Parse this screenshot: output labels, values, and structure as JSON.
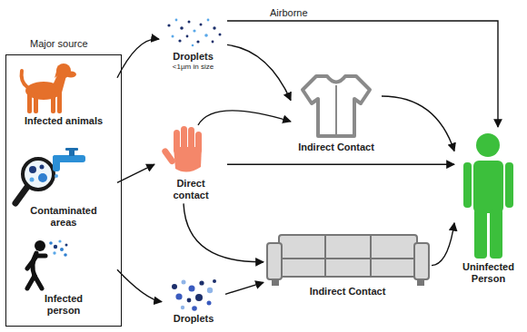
{
  "diagram": {
    "nodes": [
      {
        "text": [
          "Major source"
        ]
      },
      {
        "text": [
          "Infected animals"
        ],
        "in": 0
      },
      {
        "text": [
          "Contaminated areas"
        ],
        "in": 0
      },
      {
        "text": [
          "Infected person"
        ],
        "in": 0
      },
      {
        "text": [
          "Droplets",
          "<1µm in size"
        ]
      },
      {
        "text": [
          "Direct contact"
        ]
      },
      {
        "text": [
          "Droplets"
        ]
      },
      {
        "text": [
          "Indirect Contact"
        ]
      },
      {
        "text": [
          "Indirect Contact"
        ]
      },
      {
        "text": [
          "Uninfected Person"
        ]
      }
    ],
    "edges": [
      {
        "from": 1,
        "to": 4,
        "arrow": "to"
      },
      {
        "from": 2,
        "to": 5,
        "arrow": "to"
      },
      {
        "from": 3,
        "to": 6,
        "arrow": "to"
      },
      {
        "from": 4,
        "to": 7,
        "arrow": "to"
      },
      {
        "from": 4,
        "to": 9,
        "label": "Airborne",
        "arrow": "to"
      },
      {
        "from": 5,
        "to": 7,
        "arrow": "to"
      },
      {
        "from": 5,
        "to": 9,
        "arrow": "to"
      },
      {
        "from": 5,
        "to": 8,
        "arrow": "to"
      },
      {
        "from": 6,
        "to": 8,
        "arrow": "to"
      },
      {
        "from": 7,
        "to": 9,
        "arrow": "to"
      },
      {
        "from": 8,
        "to": 9,
        "arrow": "to"
      }
    ]
  }
}
